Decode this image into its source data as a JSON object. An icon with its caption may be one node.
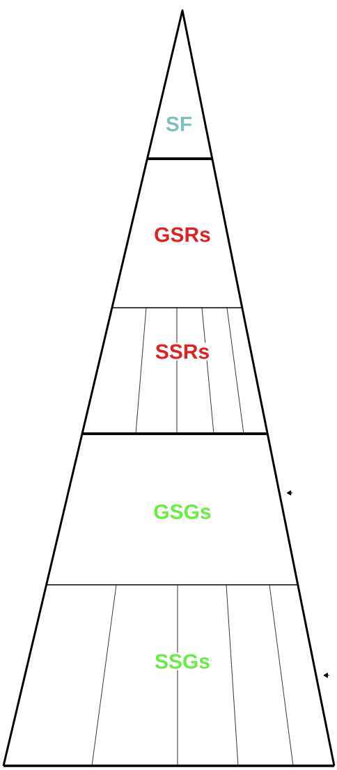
{
  "diagram": {
    "nodes": [
      {
        "text": [
          "SF"
        ]
      },
      {
        "text": [
          "GSRs"
        ]
      },
      {
        "text": [
          "SSRs"
        ]
      },
      {
        "text": [
          "GSGs"
        ]
      },
      {
        "text": [
          "SSGs"
        ]
      }
    ]
  }
}
